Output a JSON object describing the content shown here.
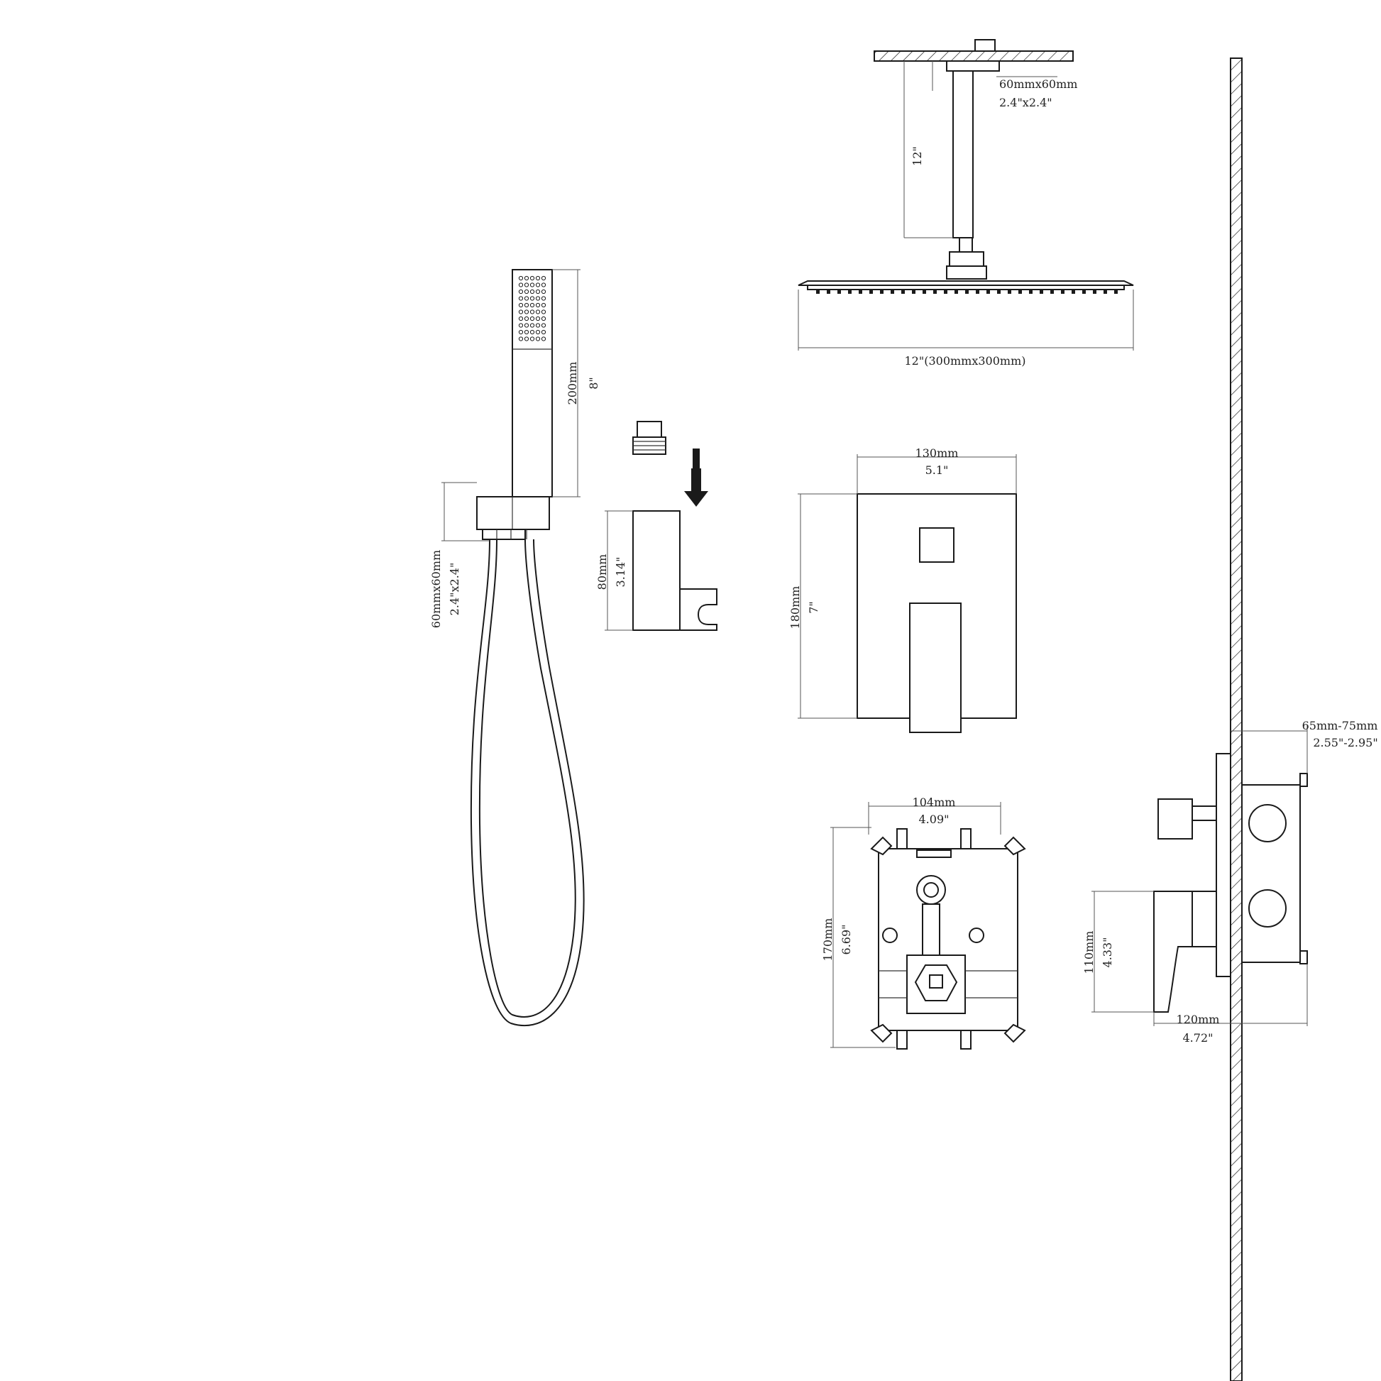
{
  "rain_shower": {
    "flange_size_mm": "60mmx60mm",
    "flange_size_in": "2.4\"x2.4\"",
    "arm_length": "12\"",
    "head_size": "12\"(300mmx300mm)"
  },
  "hand_shower": {
    "length_mm": "200mm",
    "length_in": "8\"",
    "bracket_size_mm": "60mmx60mm",
    "bracket_size_in": "2.4\"x2.4\""
  },
  "holder": {
    "height_mm": "80mm",
    "height_in": "3.14\""
  },
  "trim_plate": {
    "width_mm": "130mm",
    "width_in": "5.1\"",
    "height_mm": "180mm",
    "height_in": "7\""
  },
  "valve_body": {
    "width_mm": "104mm",
    "width_in": "4.09\"",
    "height_mm": "170mm",
    "height_in": "6.69\""
  },
  "side_view": {
    "depth_mm": "65mm-75mm",
    "depth_in": "2.55\"-2.95\"",
    "handle_height_mm": "110mm",
    "handle_height_in": "4.33\"",
    "total_depth_mm": "120mm",
    "total_depth_in": "4.72\""
  }
}
